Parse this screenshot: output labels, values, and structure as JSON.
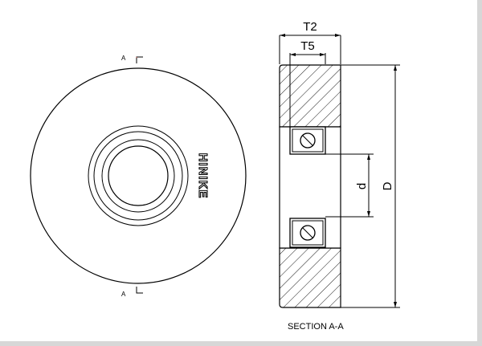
{
  "front_view": {
    "section_marker_top": "A",
    "section_marker_bottom": "A",
    "brand_text": "HINIKE"
  },
  "section_view": {
    "title": "SECTION A-A",
    "dimensions": {
      "total_width": "T2",
      "bearing_width": "T5",
      "bore": "d",
      "outer_diameter": "D"
    }
  }
}
